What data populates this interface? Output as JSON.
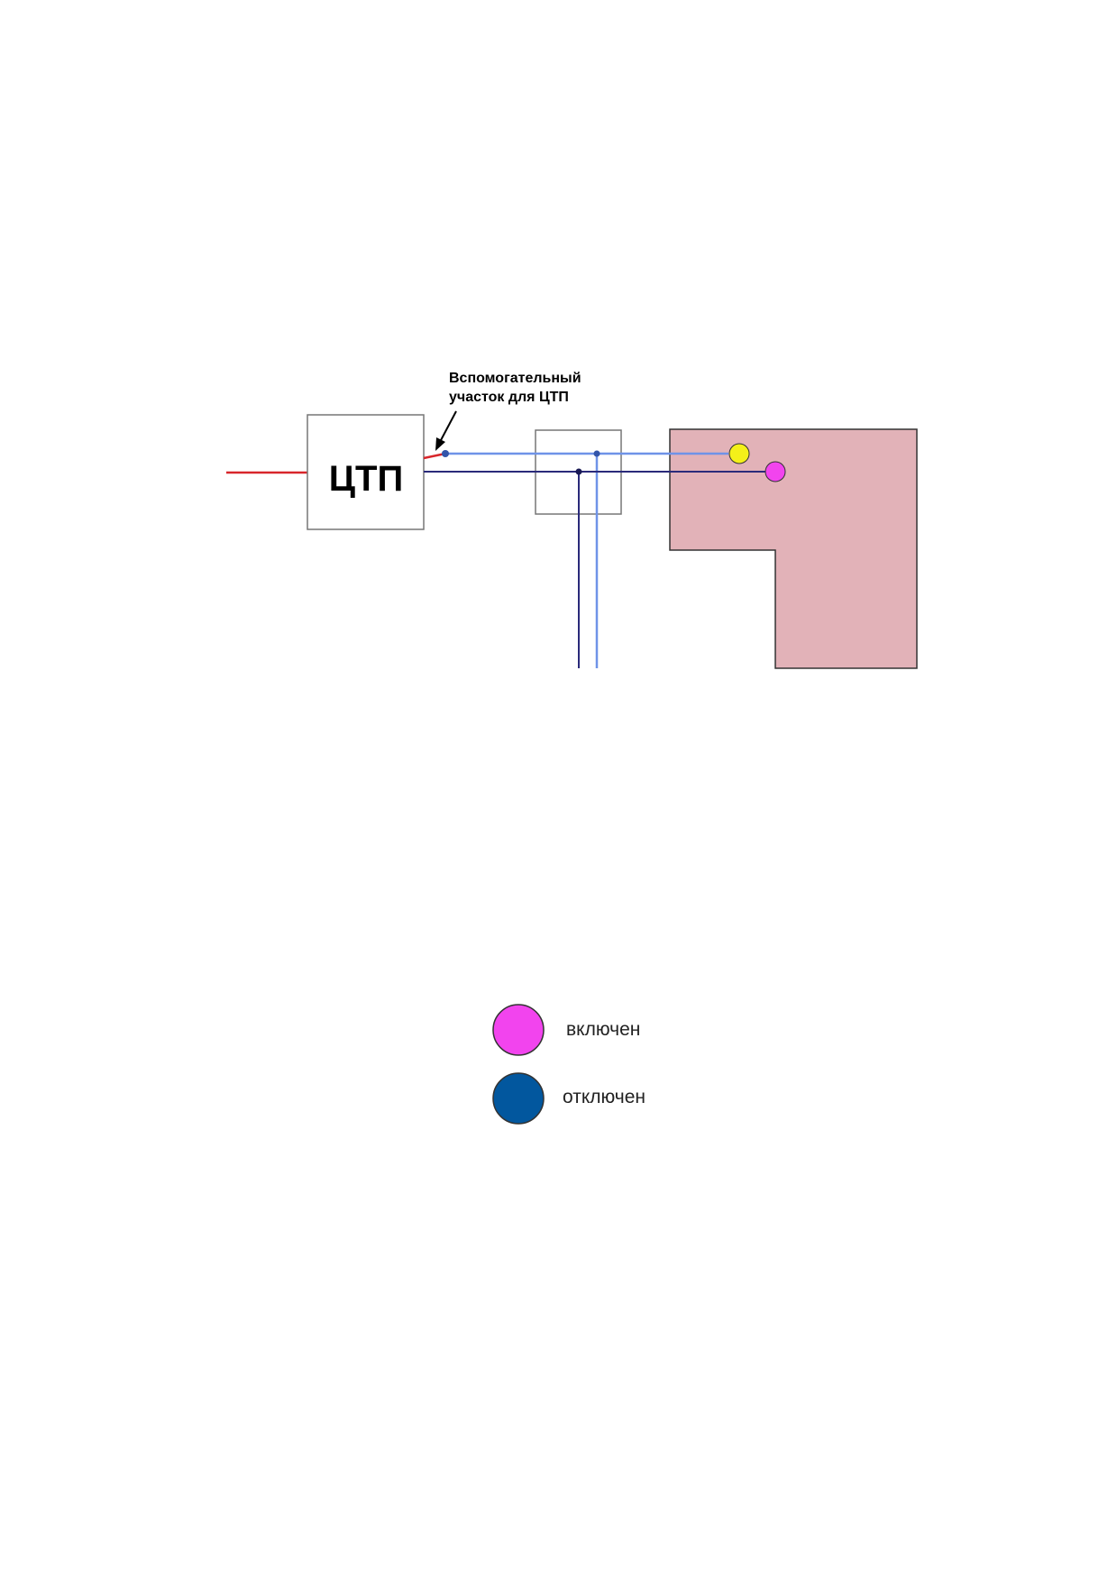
{
  "diagram": {
    "ctp_label": "ЦТП",
    "aux_label_line1": "Вспомогательный",
    "aux_label_line2": "участок для ЦТП"
  },
  "legend": {
    "on_label": "включен",
    "off_label": "отключен"
  },
  "colors": {
    "feed_line": "#d8262b",
    "light_pipe": "#6f93e8",
    "dark_pipe": "#2a2a7a",
    "building_fill": "#e2b2b8",
    "node_yellow": "#f4f01a",
    "node_on": "#f244ee",
    "node_off": "#02579e",
    "box_stroke": "#777777"
  }
}
